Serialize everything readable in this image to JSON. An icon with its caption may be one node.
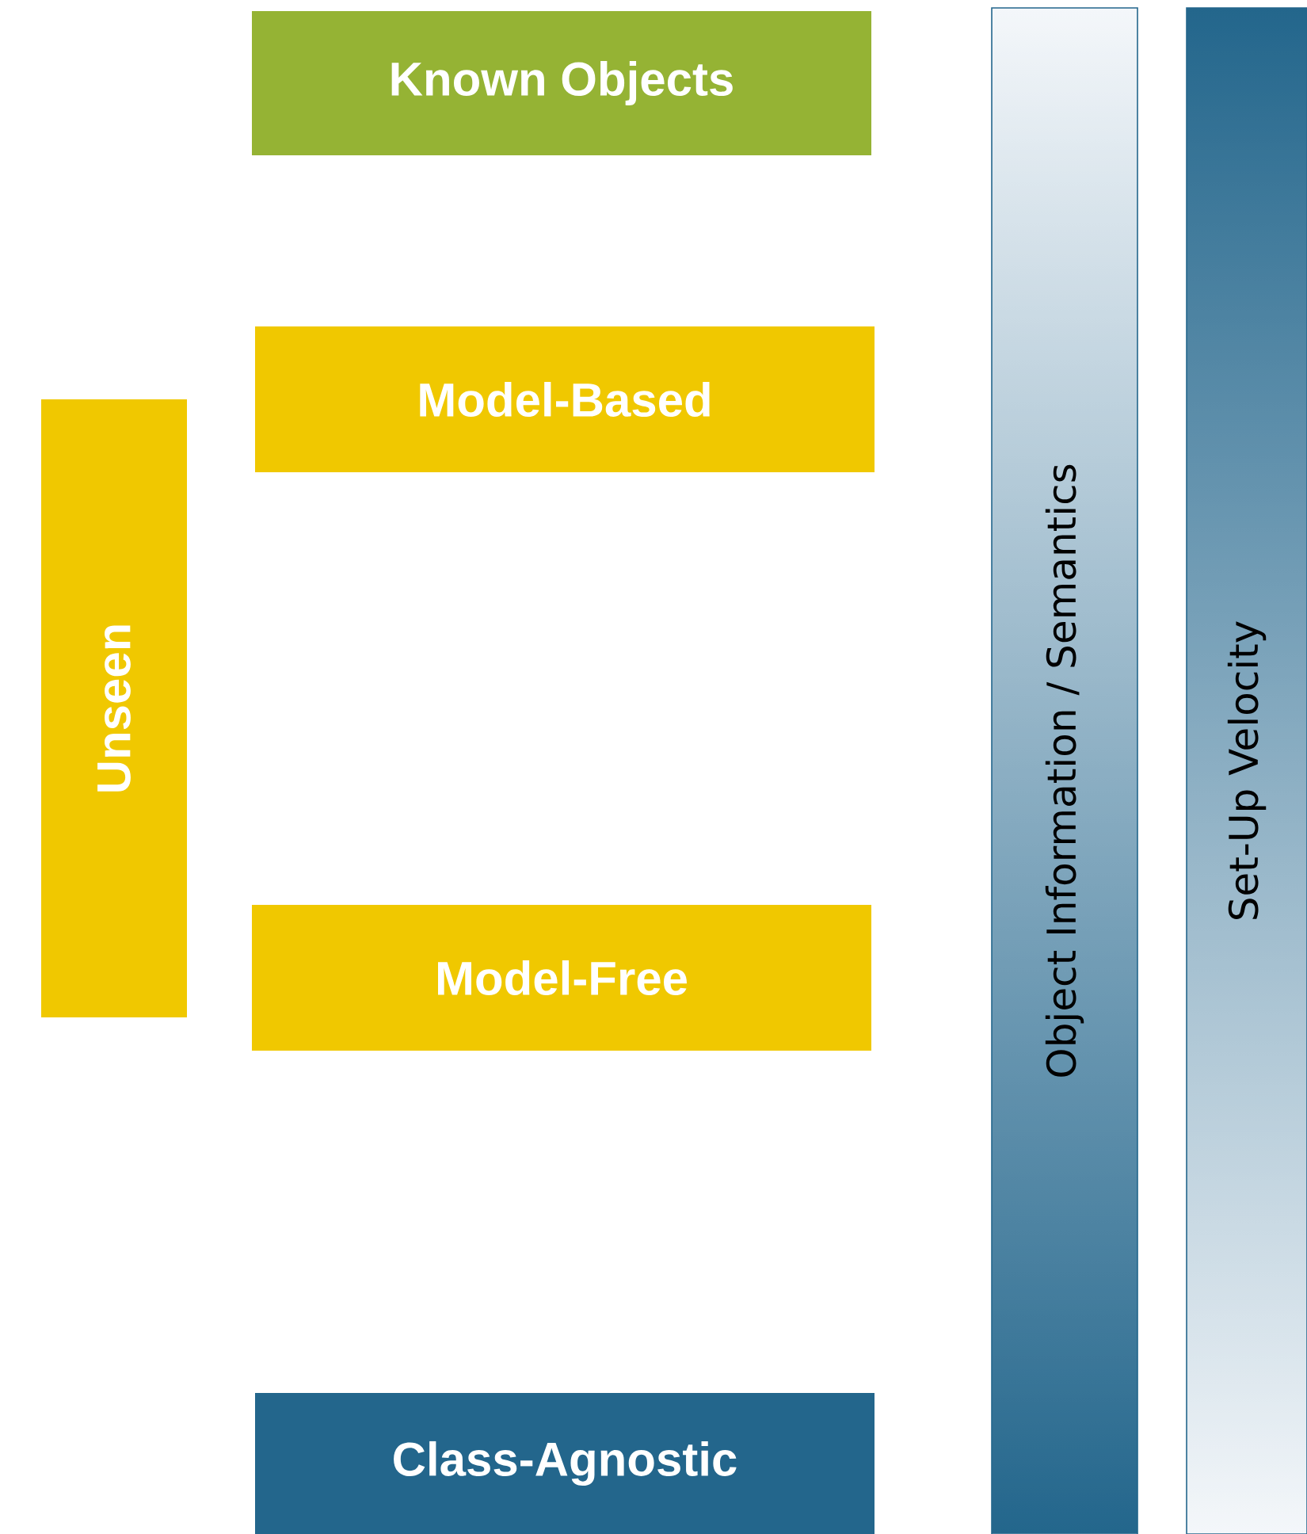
{
  "diagram": {
    "nodes": [
      {
        "text": [
          "Known Objects"
        ]
      },
      {
        "text": [
          "Model-Based"
        ]
      },
      {
        "text": [
          "Unseen"
        ]
      },
      {
        "text": [
          "Model-Free"
        ]
      },
      {
        "text": [
          "Class-Agnostic"
        ]
      },
      {
        "text": [
          "Object Information / Semantics"
        ]
      },
      {
        "text": [
          "Set-Up Velocity"
        ]
      }
    ]
  }
}
